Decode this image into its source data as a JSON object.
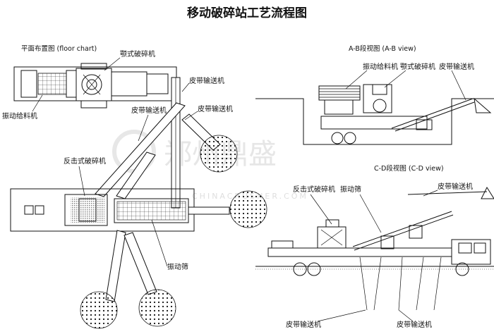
{
  "title": "移动破碎站工艺流程图",
  "views": {
    "floor": "平面布置图 (floor chart)",
    "ab": "A-B段视图 (A-B view)",
    "cd": "C-D段视图 (C-D view)"
  },
  "floor_labels": {
    "jaw_crusher": "颚式破碎机",
    "belt_top_right": "皮带输送机",
    "vibrating_feeder": "振动给料机",
    "belt_mid_left": "皮带输送机",
    "belt_mid_right": "皮带输送机",
    "impact_crusher": "反击式破碎机",
    "vibrating_screen": "振动筛"
  },
  "ab_labels": {
    "vibrating_feeder": "振动给料机",
    "jaw_crusher": "颚式破碎机",
    "belt_conveyor": "皮带输送机"
  },
  "cd_labels": {
    "impact_crusher": "反击式破碎机",
    "vibrating_screen": "振动筛",
    "belt_top": "皮带输送机",
    "belt_bottom_left": "皮带输送机",
    "belt_bottom_right": "皮带输送机"
  },
  "watermark": {
    "text": "郑州鼎盛",
    "url": "CHINACRUSHER.COM"
  }
}
